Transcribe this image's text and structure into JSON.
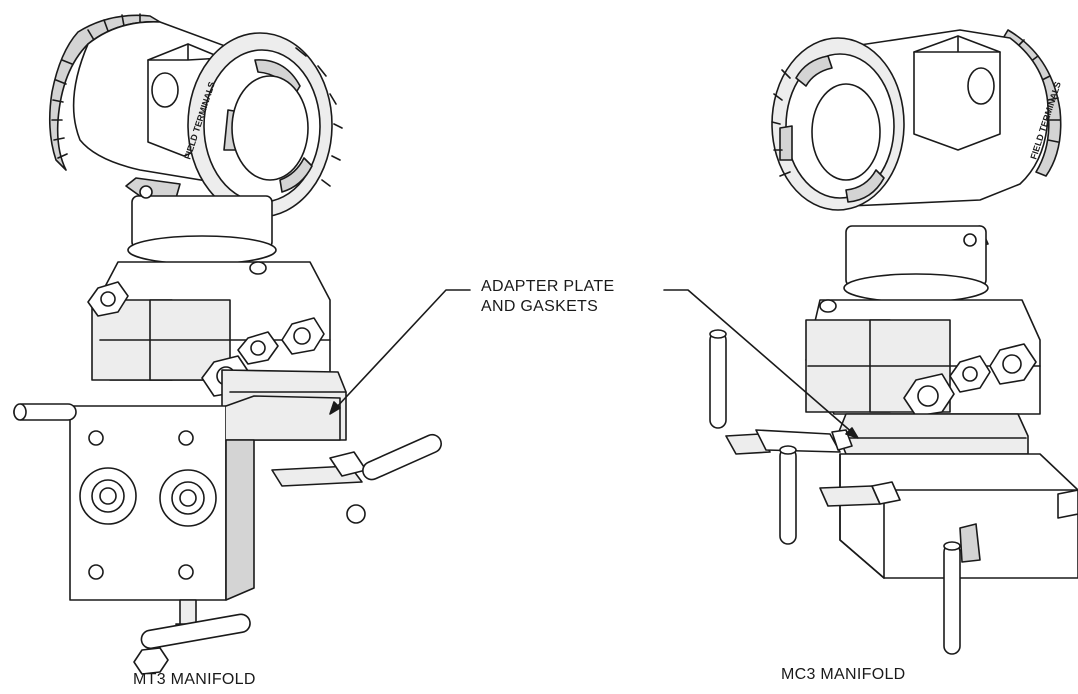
{
  "callout": {
    "line1": "ADAPTER PLATE",
    "line2": "AND GASKETS"
  },
  "captions": {
    "left": "MT3 MANIFOLD",
    "right": "MC3 MANIFOLD"
  },
  "colors": {
    "ink": "#1a1a1a",
    "fill_light": "#ffffff",
    "fill_shade": "#d4d4d4",
    "fill_mid": "#ededed"
  },
  "embossed": {
    "left_cover": "FIELD TERMINALS",
    "right_cover": "FIELD TERMINALS"
  }
}
